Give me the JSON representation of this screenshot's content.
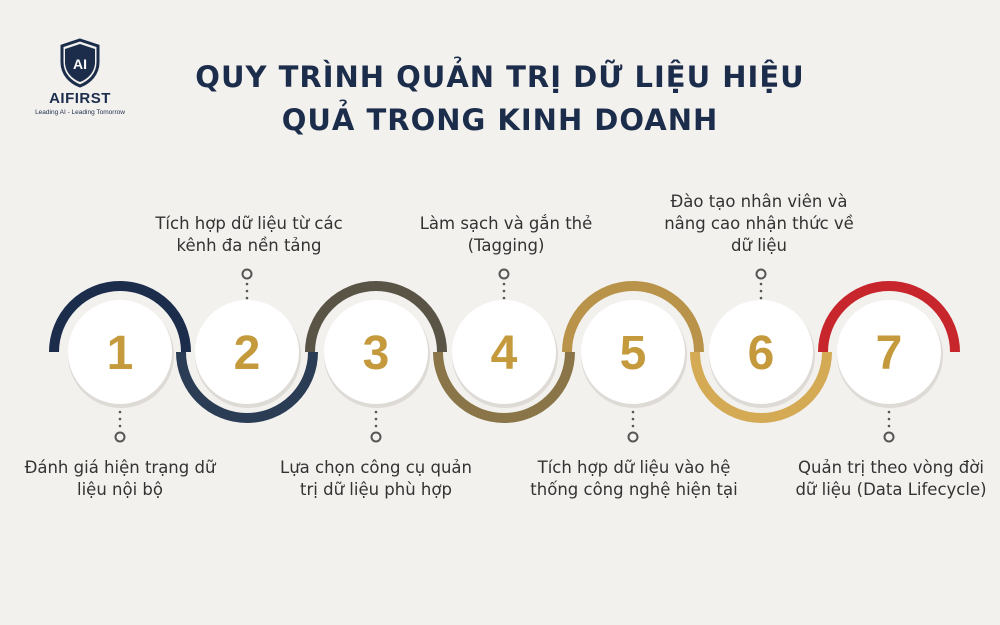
{
  "brand": {
    "name": "AIFIRST",
    "mark": "AI",
    "tagline": "Leading AI - Leading Tomorrow"
  },
  "title": {
    "line1": "QUY TRÌNH QUẢN TRỊ DỮ LIỆU HIỆU",
    "line2": "QUẢ TRONG KINH DOANH"
  },
  "steps": [
    {
      "number": "1",
      "label": "Đánh giá hiện trạng dữ liệu nội bộ",
      "color": "#1b2d4b"
    },
    {
      "number": "2",
      "label": "Tích hợp dữ liệu từ các kênh đa nền tảng",
      "color": "#2b3d55"
    },
    {
      "number": "3",
      "label": "Lựa chọn công cụ quản trị dữ liệu phù hợp",
      "color": "#5a5447"
    },
    {
      "number": "4",
      "label": "Làm sạch và gắn thẻ (Tagging)",
      "color": "#8a7548"
    },
    {
      "number": "5",
      "label": "Tích hợp dữ liệu vào hệ thống công nghệ hiện tại",
      "color": "#b9934a"
    },
    {
      "number": "6",
      "label": "Đào tạo nhân viên và nâng cao nhận thức về dữ liệu",
      "color": "#d4aa55"
    },
    {
      "number": "7",
      "label": "Quản trị theo vòng đời dữ liệu (Data Lifecycle)",
      "color": "#c7262c"
    }
  ]
}
